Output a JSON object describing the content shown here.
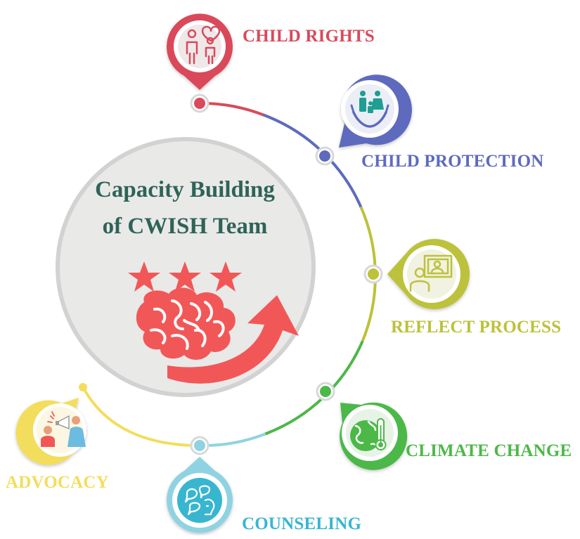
{
  "center": {
    "title_line1": "Capacity Building",
    "title_line2": "of CWISH Team"
  },
  "items": [
    {
      "label": "CHILD RIGHTS",
      "color": "#d94a5a",
      "icon": "child-rights-icon"
    },
    {
      "label": "CHILD PROTECTION",
      "color": "#5d6bbd",
      "icon": "family-protection-icon"
    },
    {
      "label": "REFLECT PROCESS",
      "color": "#bcc23a",
      "icon": "presentation-icon"
    },
    {
      "label": "CLIMATE CHANGE",
      "color": "#4cb848",
      "icon": "thermometer-globe-icon"
    },
    {
      "label": "COUNSELING",
      "color": "#38b6d0",
      "icon": "speech-bubbles-head-icon"
    },
    {
      "label": "ADVOCACY",
      "color": "#f3dd5c",
      "icon": "megaphone-icon"
    }
  ],
  "center_icons": {
    "stars": "three-stars-icon",
    "brain": "brain-arrow-icon",
    "star_color": "#f25757",
    "brain_color": "#f25757"
  }
}
